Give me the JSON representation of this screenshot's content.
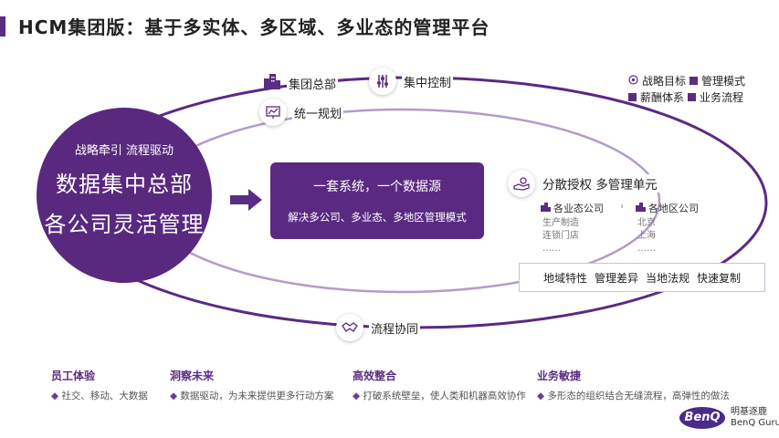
{
  "title": "HCM集团版：基于多实体、多区域、多业态的管理平台",
  "orbit_nodes": {
    "hq": "集团总部",
    "control": "集中控制",
    "planning": "统一规划",
    "flow": "流程协同"
  },
  "core": {
    "sub": "战略牵引  流程驱动",
    "line1": "数据集中总部",
    "line2": "各公司灵活管理"
  },
  "center": {
    "line1": "一套系统，一个数据源",
    "line2": "解决多公司、多业态、多地区管理模式"
  },
  "right": {
    "head": "分散授权 多管理单元",
    "left_company": "各业态公司",
    "left_items": [
      "生产制造",
      "连锁门店",
      "……"
    ],
    "right_company": "各地区公司",
    "right_items": [
      "北京",
      "上海",
      "……"
    ],
    "features": [
      "地域特性",
      "管理差异",
      "当地法规",
      "快速复制"
    ]
  },
  "legend": {
    "strategy": "战略目标",
    "mgmt_mode": "管理模式",
    "salary": "薪酬体系",
    "biz_flow": "业务流程"
  },
  "bottom": [
    {
      "title": "员工体验",
      "desc": "社交、移动、大数据"
    },
    {
      "title": "洞察未来",
      "desc": "数据驱动，为未来提供更多行动方案"
    },
    {
      "title": "高效整合",
      "desc": "打破系统壁垒，使人类和机器高效协作"
    },
    {
      "title": "业务敏捷",
      "desc": "多形态的组织结合无缝流程，高弹性的做法"
    }
  ],
  "logo": {
    "brand": "BenQ",
    "cn": "明基逐鹿",
    "en": "BenQ Guru"
  },
  "colors": {
    "accent": "#5b2c83",
    "orbit_outer": "#5a2a82",
    "orbit_inner": "#b39cc9"
  }
}
